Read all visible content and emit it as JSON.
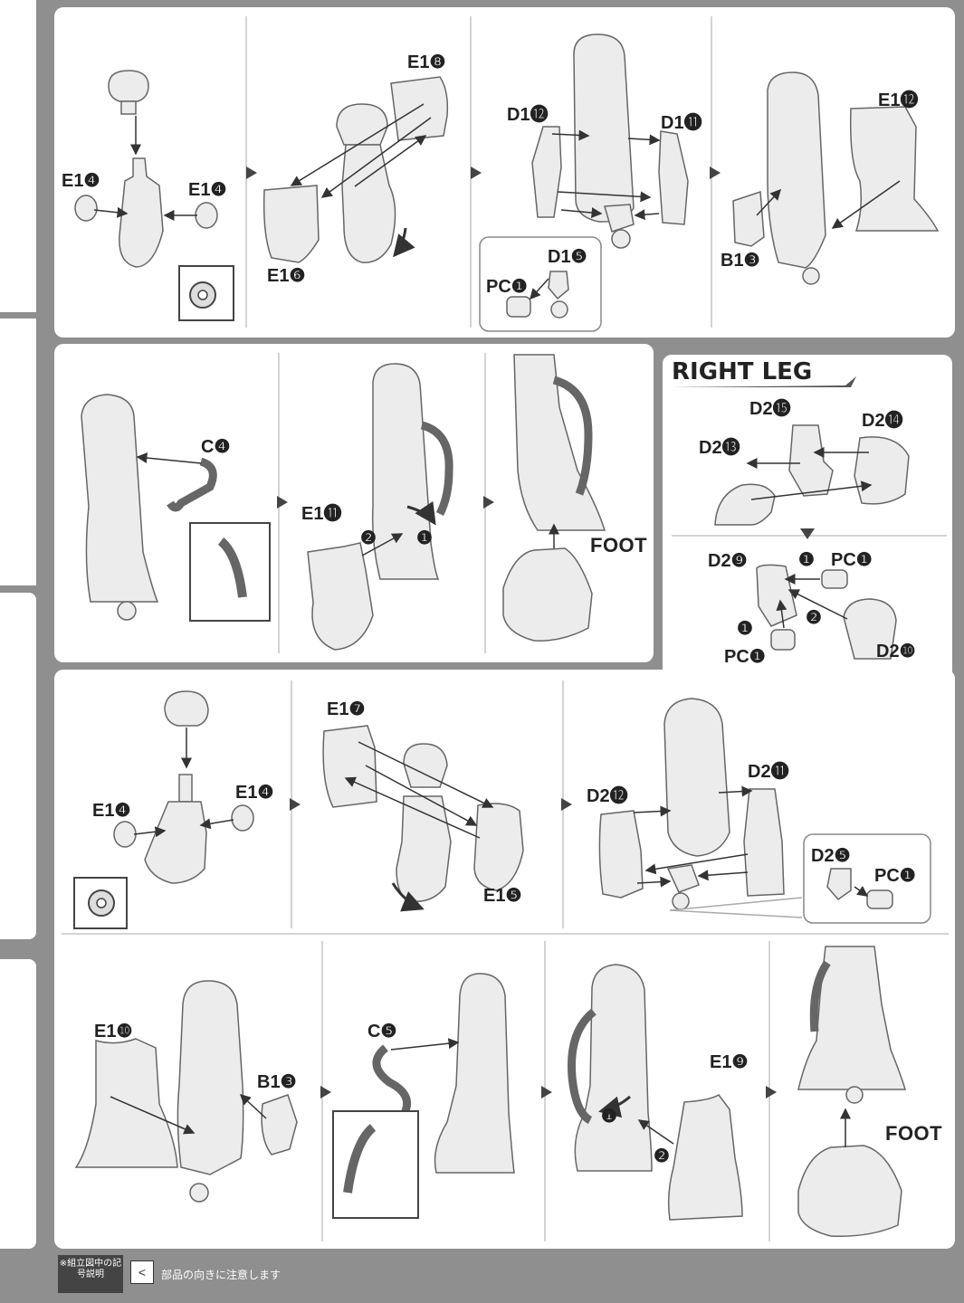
{
  "section_title": "RIGHT LEG",
  "foot_label": "FOOT",
  "footer": {
    "legend_box": "※組立図中の記号説明",
    "note": "部品の向きに注意します"
  },
  "part_labels": {
    "e1_4": "E1❹",
    "e1_8": "E1❽",
    "e1_6": "E1❻",
    "d1_12": "D1⓬",
    "d1_11": "D1⓫",
    "d1_5": "D1❺",
    "pc_1": "PC❶",
    "e1_12": "E1⓬",
    "b1_3": "B1❸",
    "c_4": "C❹",
    "e1_11": "E1⓫",
    "d2_15": "D2⓯",
    "d2_14": "D2⓮",
    "d2_13": "D2⓭",
    "d2_9": "D2❾",
    "d2_10": "D2❿",
    "e1_7": "E1❼",
    "e1_5": "E1❺",
    "d2_12": "D2⓬",
    "d2_11": "D2⓫",
    "d2_5": "D2❺",
    "e1_10": "E1❿",
    "c_5": "C❺",
    "e1_9": "E1❾"
  },
  "step_markers": {
    "one": "❶",
    "two": "❷"
  },
  "colors": {
    "page_bg": "#8f8f8f",
    "panel_bg": "#ffffff",
    "line": "#555555",
    "part_fill": "#ececec"
  }
}
